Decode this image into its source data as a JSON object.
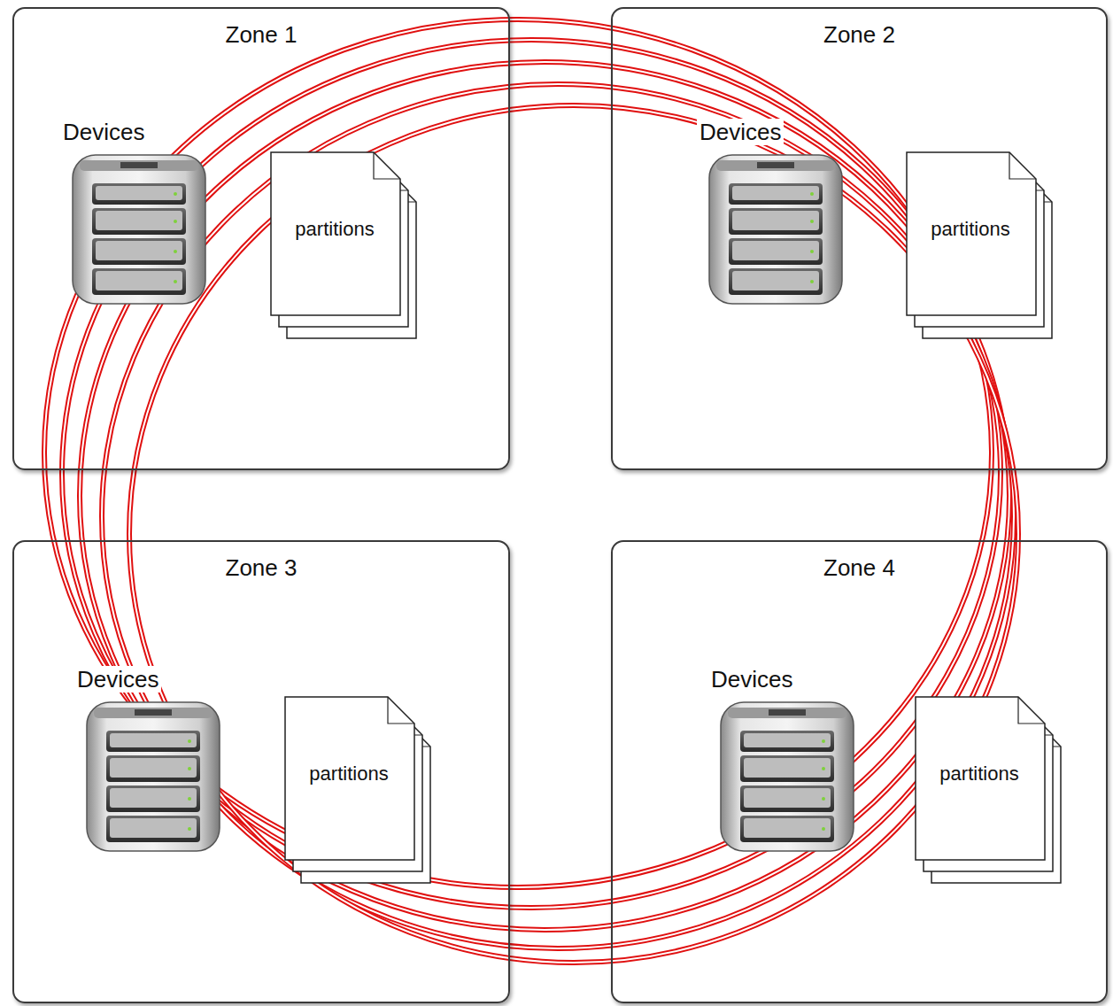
{
  "diagram": {
    "nodes": [
      {
        "text": [
          "Zone 1"
        ]
      },
      {
        "text": [
          "Devices"
        ],
        "in": 0
      },
      {
        "text": [
          "partitions"
        ],
        "in": 0
      },
      {
        "text": [
          "Zone 2"
        ]
      },
      {
        "text": [
          "Devices"
        ],
        "in": 3
      },
      {
        "text": [
          "partitions"
        ],
        "in": 3
      },
      {
        "text": [
          "Zone 3"
        ]
      },
      {
        "text": [
          "Devices"
        ],
        "in": 6
      },
      {
        "text": [
          "partitions"
        ],
        "in": 6
      },
      {
        "text": [
          "Zone 4"
        ]
      },
      {
        "text": [
          "Devices"
        ],
        "in": 9
      },
      {
        "text": [
          "partitions"
        ],
        "in": 9
      }
    ]
  }
}
